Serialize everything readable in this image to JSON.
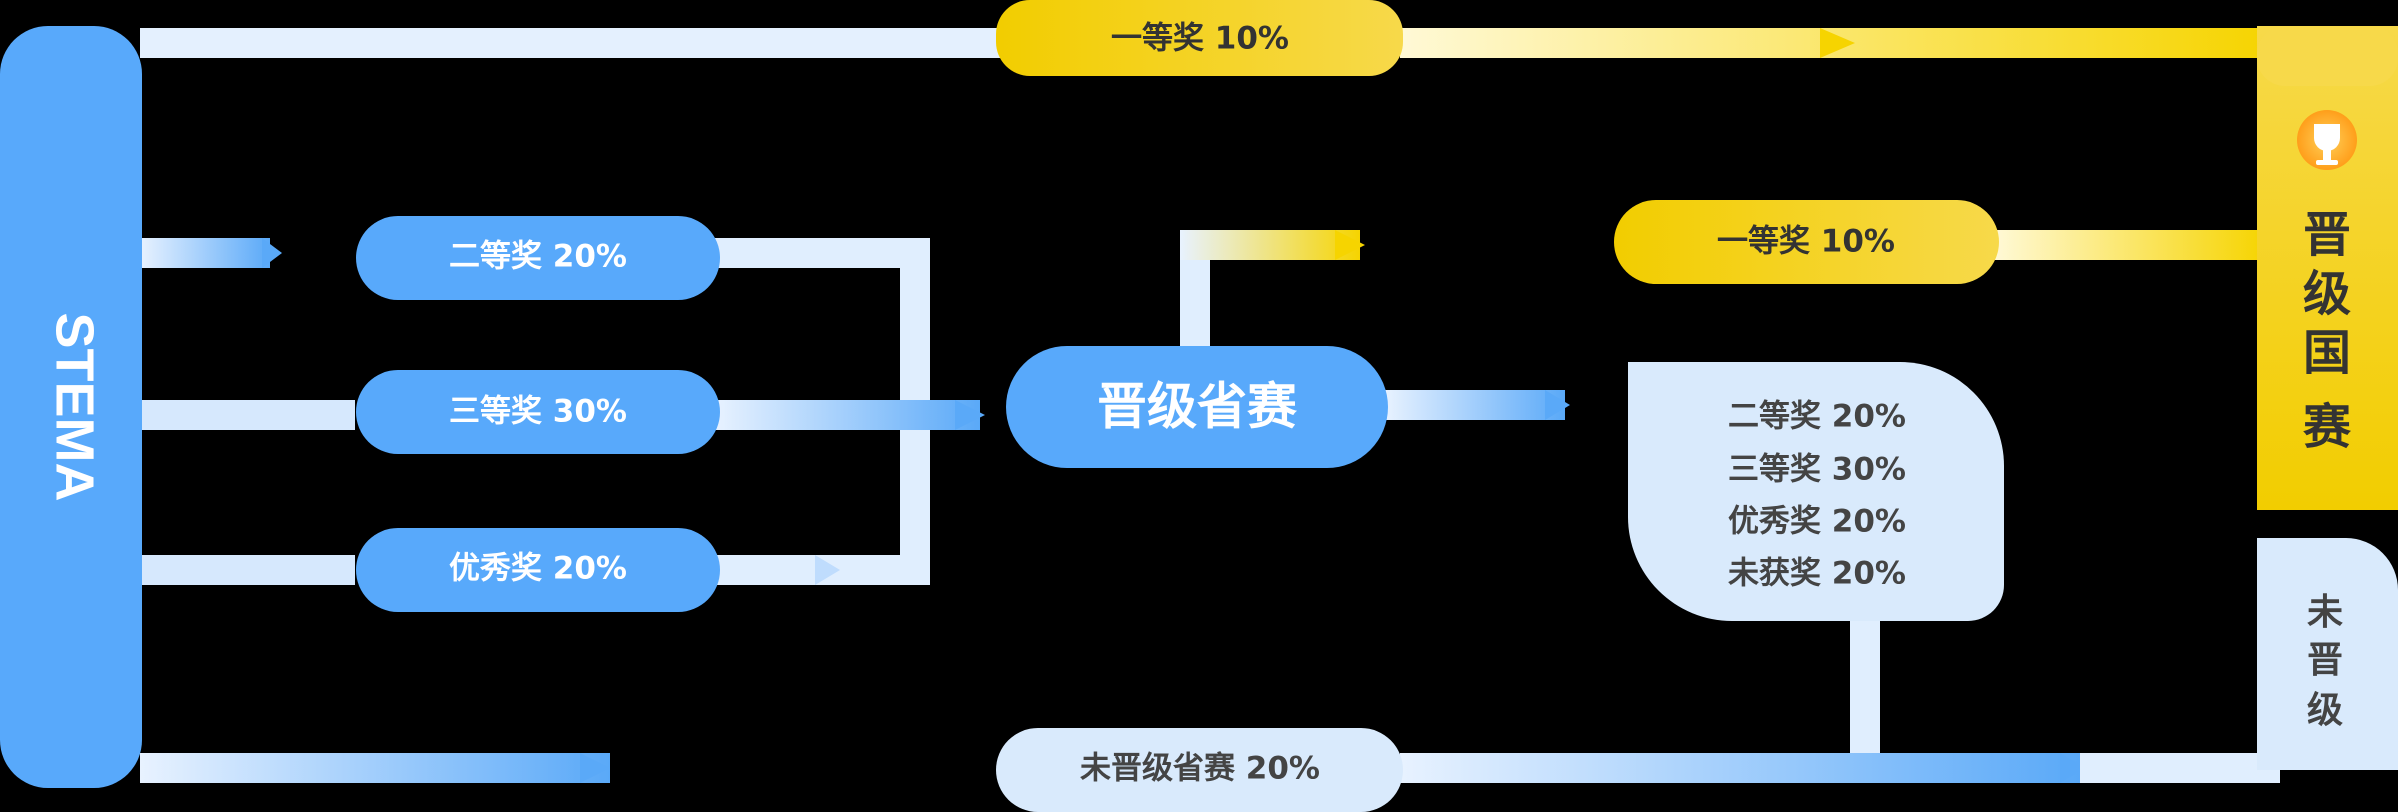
{
  "colors": {
    "blue": "#58A9FB",
    "light_blue": "#D9EAFC",
    "yellow": "#F2CD00",
    "pill_text_blue": "#FFFFFF",
    "pill_text_yellow": "#333333",
    "light_text": "#444444",
    "background": "#000000"
  },
  "icons": {
    "trophy": "trophy-icon"
  },
  "start": {
    "label": "STEMA"
  },
  "first_round": {
    "top_pill": "一等奖  10%",
    "second": "二等奖  20%",
    "third": "三等奖  30%",
    "excellent": "优秀奖  20%",
    "not_advanced": "未晋级省赛  20%"
  },
  "provincial": {
    "label": "晋级省赛",
    "first": "一等奖  10%",
    "results": [
      "二等奖  20%",
      "三等奖  30%",
      "优秀奖  20%",
      "未获奖  20%"
    ]
  },
  "national": {
    "chars": [
      "晋",
      "级",
      "国",
      "赛"
    ]
  },
  "not_promoted": {
    "chars": [
      "未",
      "晋",
      "级"
    ]
  }
}
